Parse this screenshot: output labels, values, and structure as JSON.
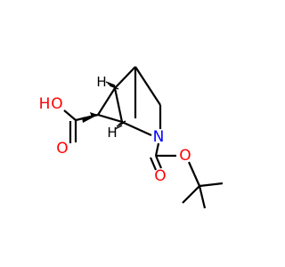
{
  "molecule": {
    "atoms": {
      "hydroxyl_O": "O",
      "hydroxyl_H": "H",
      "carbonyl_O_acid": "O",
      "nitrogen": "N",
      "carbonyl_O_boc": "O",
      "ester_O": "O",
      "stereo_H_top": "H",
      "stereo_H_bottom": "H"
    },
    "colors": {
      "oxygen": "#ff0000",
      "nitrogen": "#0000ff",
      "carbon": "#000000"
    }
  }
}
